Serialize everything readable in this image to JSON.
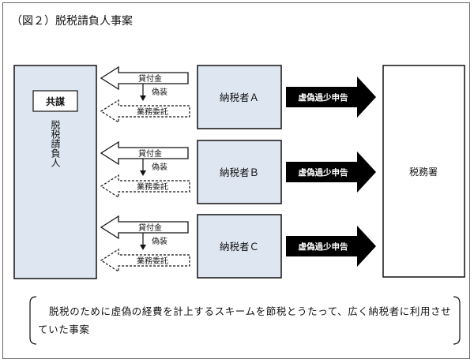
{
  "title": "（図２）脱税請負人事案",
  "left_box": {
    "badge": "共謀",
    "label": "脱税請負人"
  },
  "arrow_labels": {
    "loan": "貸付金",
    "forge": "偽装",
    "contract": "業務委託"
  },
  "taxpayers": [
    {
      "name": "納税者Ａ"
    },
    {
      "name": "納税者Ｂ"
    },
    {
      "name": "納税者Ｃ"
    }
  ],
  "report_label": "虚偽過少申告",
  "tax_office": "税務署",
  "caption": "脱税のために虚偽の経費を計上するスキームを節税とうたって、広く納税者に利用させていた事案",
  "colors": {
    "box_fill": "#dde6f1",
    "stroke": "#111111",
    "arrow_fill": "#000000"
  }
}
